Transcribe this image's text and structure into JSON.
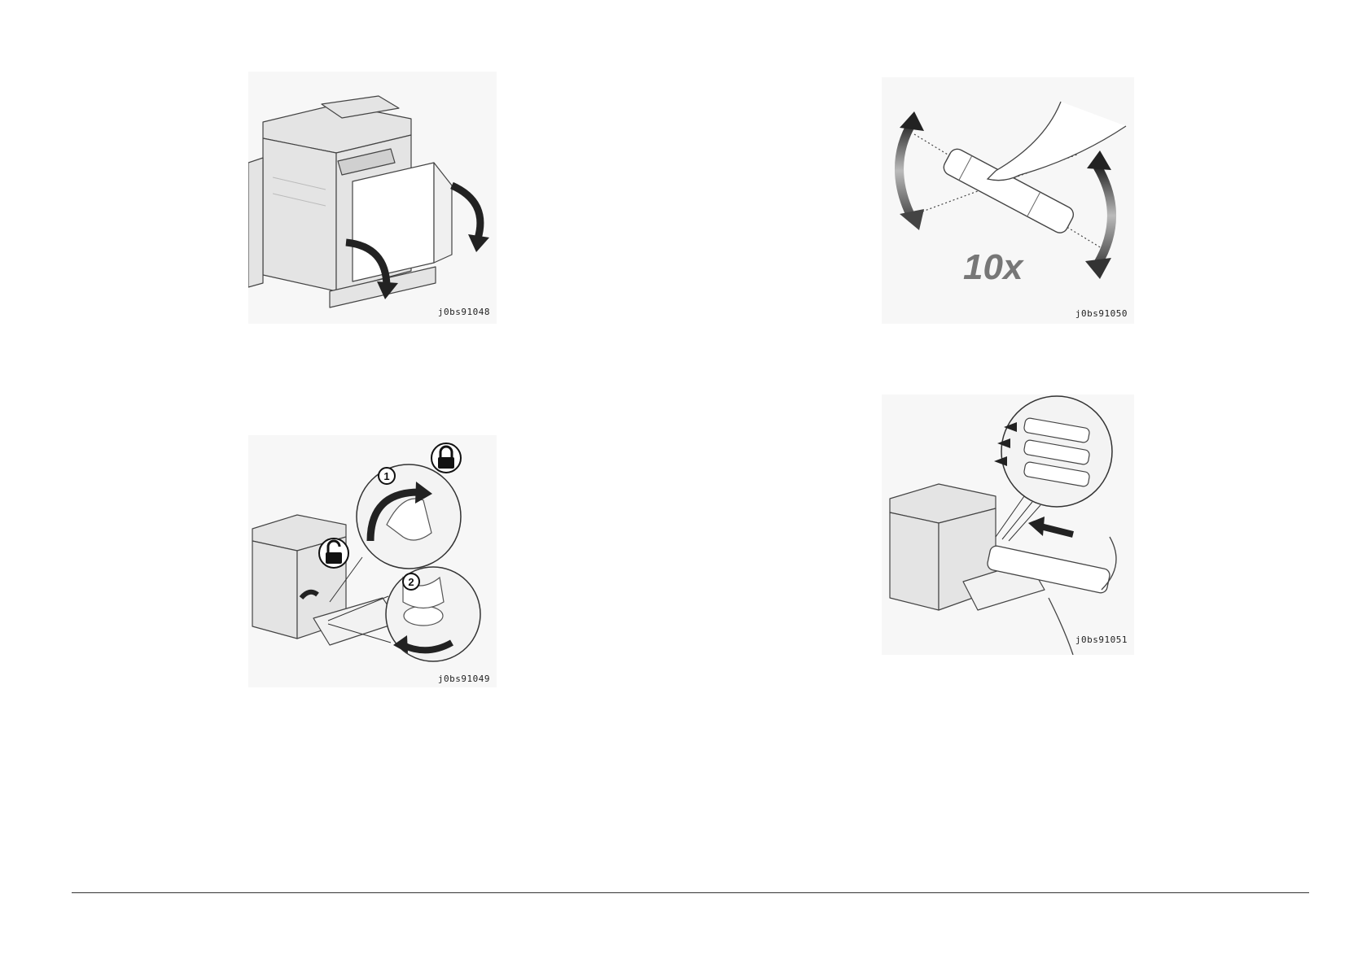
{
  "figures": [
    {
      "id": "j0bs91048"
    },
    {
      "id": "j0bs91049"
    },
    {
      "id": "j0bs91050",
      "callout": "10x"
    },
    {
      "id": "j0bs91051"
    }
  ],
  "step_markers": [
    "1",
    "2"
  ]
}
